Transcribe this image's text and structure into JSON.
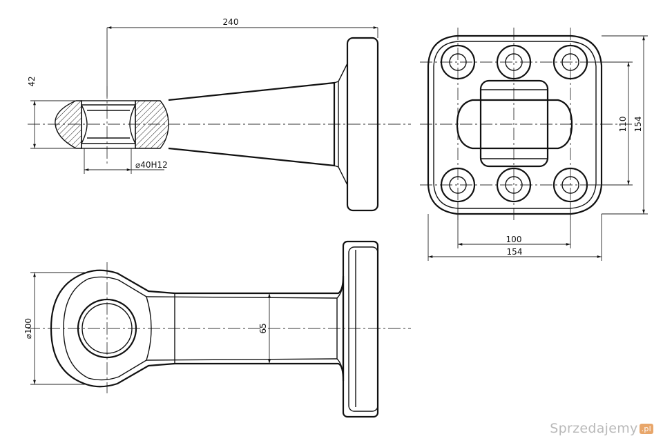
{
  "dimensions": {
    "length": "240",
    "eye_height": "42",
    "bore": "⌀40H12",
    "plate_width": "154",
    "plate_height": "154",
    "hole_spacing_h": "100",
    "hole_spacing_v": "110",
    "eye_diameter": "⌀100",
    "neck_width": "65"
  },
  "watermark": {
    "text": "Sprzedajemy",
    "badge": ".pl"
  }
}
